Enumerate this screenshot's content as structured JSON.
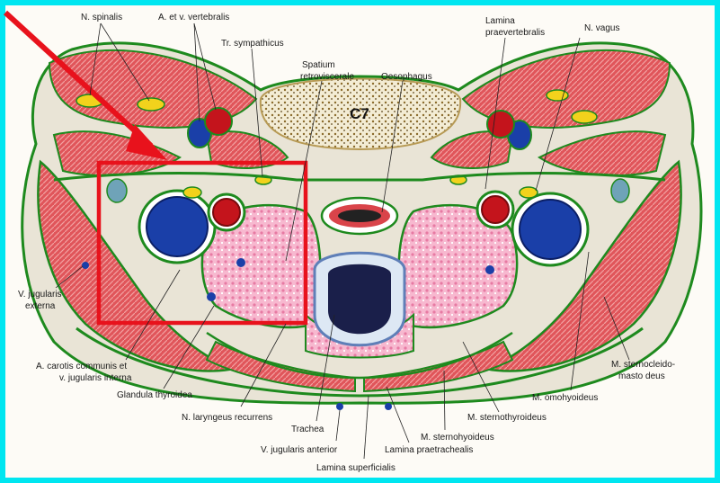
{
  "vertebra": "C7",
  "labels": {
    "n_spinalis": "N. spinalis",
    "a_v_vertebralis": "A. et v. vertebralis",
    "tr_sympathicus": "Tr. sympathicus",
    "spatium_1": "Spatium",
    "spatium_2": "retroviscerale",
    "oesophagus": "Oesophagus",
    "lamina_praevert_1": "Lamina",
    "lamina_praevert_2": "praevertebralis",
    "n_vagus": "N. vagus",
    "v_jug_ext_1": "V. jugularis",
    "v_jug_ext_2": "externa",
    "carotis_1": "A. carotis communis et",
    "carotis_2": "v. jugularis interna",
    "glandula": "Glandula thyroidea",
    "n_laryngeus": "N. laryngeus recurrens",
    "trachea": "Trachea",
    "v_jug_ant": "V. jugularis anterior",
    "lamina_superficialis": "Lamina superficialis",
    "lamina_praetrachealis": "Lamina praetrachealis",
    "m_sternohyoideus": "M. sternohyoideus",
    "m_sternothyroideus": "M. sternothyroideus",
    "m_omohyoideus": "M. omohyoideus",
    "m_scm_1": "M. sternocleido-",
    "m_scm_2": "masto deus"
  },
  "colors": {
    "background": "#00e6f0",
    "page": "#fdfbf6",
    "arrow": "#e8121c",
    "highlight_box": "#e8121c",
    "fascia": "#1e8a1e",
    "muscle": "#d9444a",
    "artery": "#c4141c",
    "vein": "#1a3fa8",
    "nerve": "#f2d21c",
    "thyroid": "#f4a7c4",
    "bone": "#f3ecd4"
  }
}
